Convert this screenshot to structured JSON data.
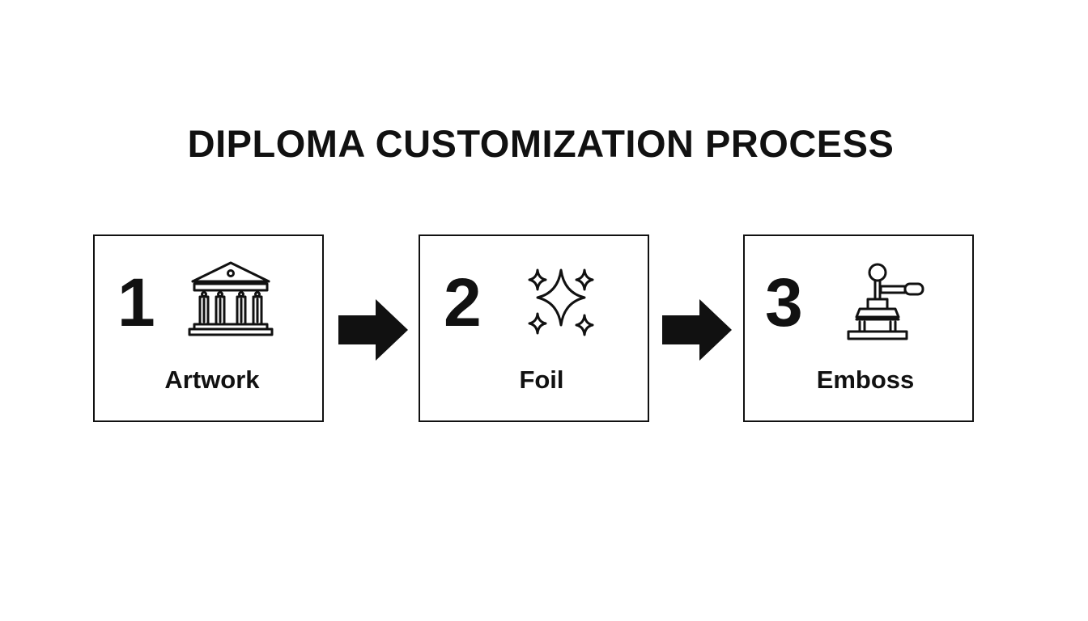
{
  "title": "DIPLOMA CUSTOMIZATION PROCESS",
  "steps": [
    {
      "number": "1",
      "label": "Artwork",
      "icon": "classical-building-icon"
    },
    {
      "number": "2",
      "label": "Foil",
      "icon": "sparkles-icon"
    },
    {
      "number": "3",
      "label": "Emboss",
      "icon": "embossing-press-icon"
    }
  ],
  "connectors": [
    "arrow-right-icon",
    "arrow-right-icon"
  ],
  "colors": {
    "ink": "#111111",
    "background": "#ffffff"
  }
}
